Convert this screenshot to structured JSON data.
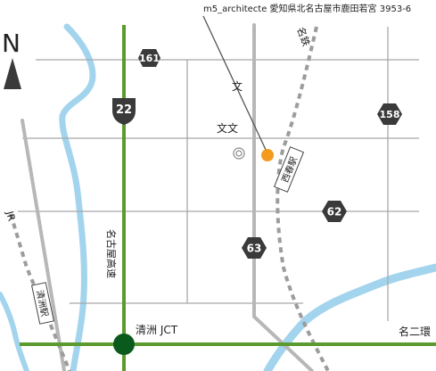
{
  "address": "m5_architecte 愛知県北名古屋市鹿田若宮 3953-6",
  "north": "N",
  "routes": {
    "r161": "161",
    "r22": "22",
    "r158": "158",
    "r62": "62",
    "r63": "63"
  },
  "labels": {
    "school_kanji_1": "文",
    "school_kanji_2": "文文",
    "meitetsu": "名鉄",
    "nishiharu_station": "西春駅",
    "nagoya_expressway": "名古屋高速",
    "kiyosu_station": "清洲駅",
    "jr": "JR",
    "kiyosu_jct": "清洲 JCT",
    "meiji_kanjo": "名二環"
  },
  "icons": {
    "location_marker": "orange-dot",
    "landmark": "double-circle",
    "junction": "green-dot"
  },
  "colors": {
    "expressway": "#5a9a2e",
    "river": "#a3d4ee",
    "road": "#b7b7b7",
    "street": "#a8a8a8",
    "shield": "#3a3a3a",
    "location": "#f39a1f",
    "junction": "#0a5a1e"
  }
}
